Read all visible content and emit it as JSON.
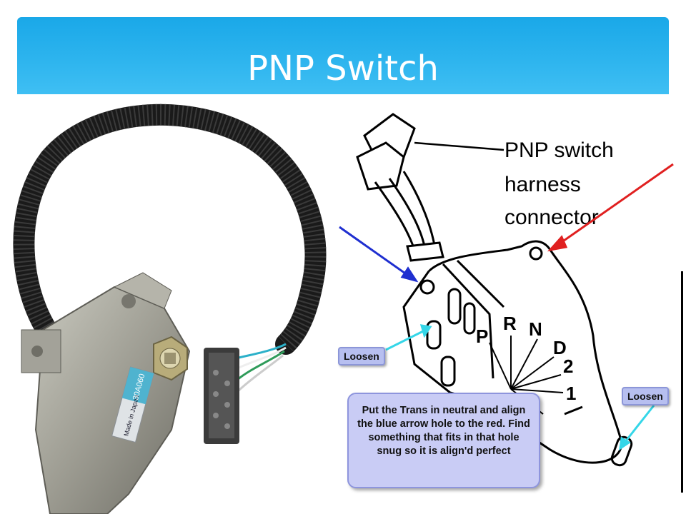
{
  "slide": {
    "title": "PNP Switch"
  },
  "diagram": {
    "harness_label_line1": "PNP  switch",
    "harness_label_line2": "harness",
    "harness_label_line3": "connector",
    "gear_p": "P",
    "gear_r": "R",
    "gear_n": "N",
    "gear_d": "D",
    "gear_2": "2",
    "gear_1": "1",
    "loosen_left": "Loosen",
    "loosen_right": "Loosen",
    "instruction": "Put the Trans in neutral and align the blue arrow hole to the red. Find something that fits in that hole snug so it is align'd perfect"
  },
  "photo": {
    "stamp_text": "Made in Japan",
    "part_label": "30A060"
  },
  "colors": {
    "header": "#1aa8e8",
    "blue_arrow": "#1f2fd0",
    "red_arrow": "#e02020",
    "cyan_arrow": "#35d6e8",
    "callout_fill": "#b7bff0"
  }
}
